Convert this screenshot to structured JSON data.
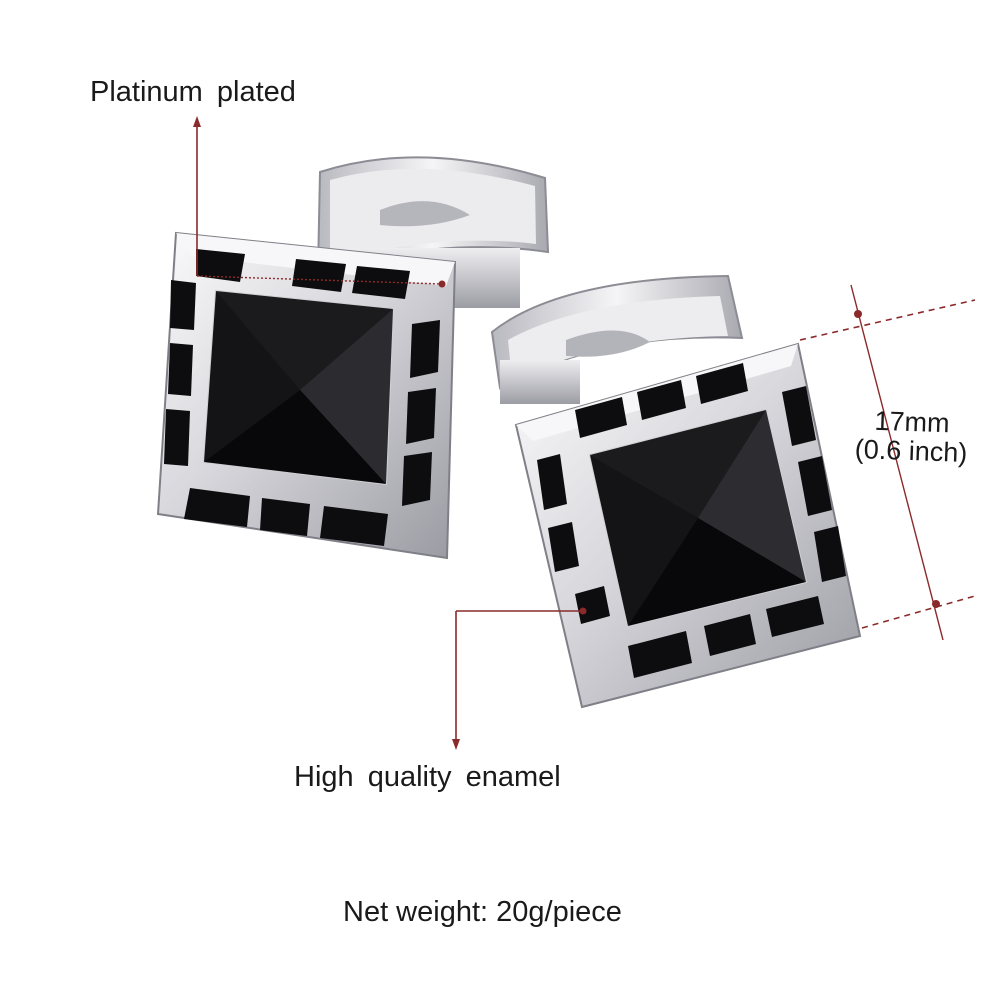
{
  "labels": {
    "material": "Platinum plated",
    "enamel": "High quality enamel",
    "size_mm": "17mm",
    "size_inch": "(0.6 inch)",
    "weight": "Net weight: 20g/piece"
  },
  "colors": {
    "annotation_line": "#8b2a2a",
    "metal_light": "#f4f4f6",
    "metal_mid": "#c9c9cf",
    "metal_dark": "#8e8e96",
    "enamel_black": "#0d0d0f",
    "text": "#1a1a1a"
  }
}
